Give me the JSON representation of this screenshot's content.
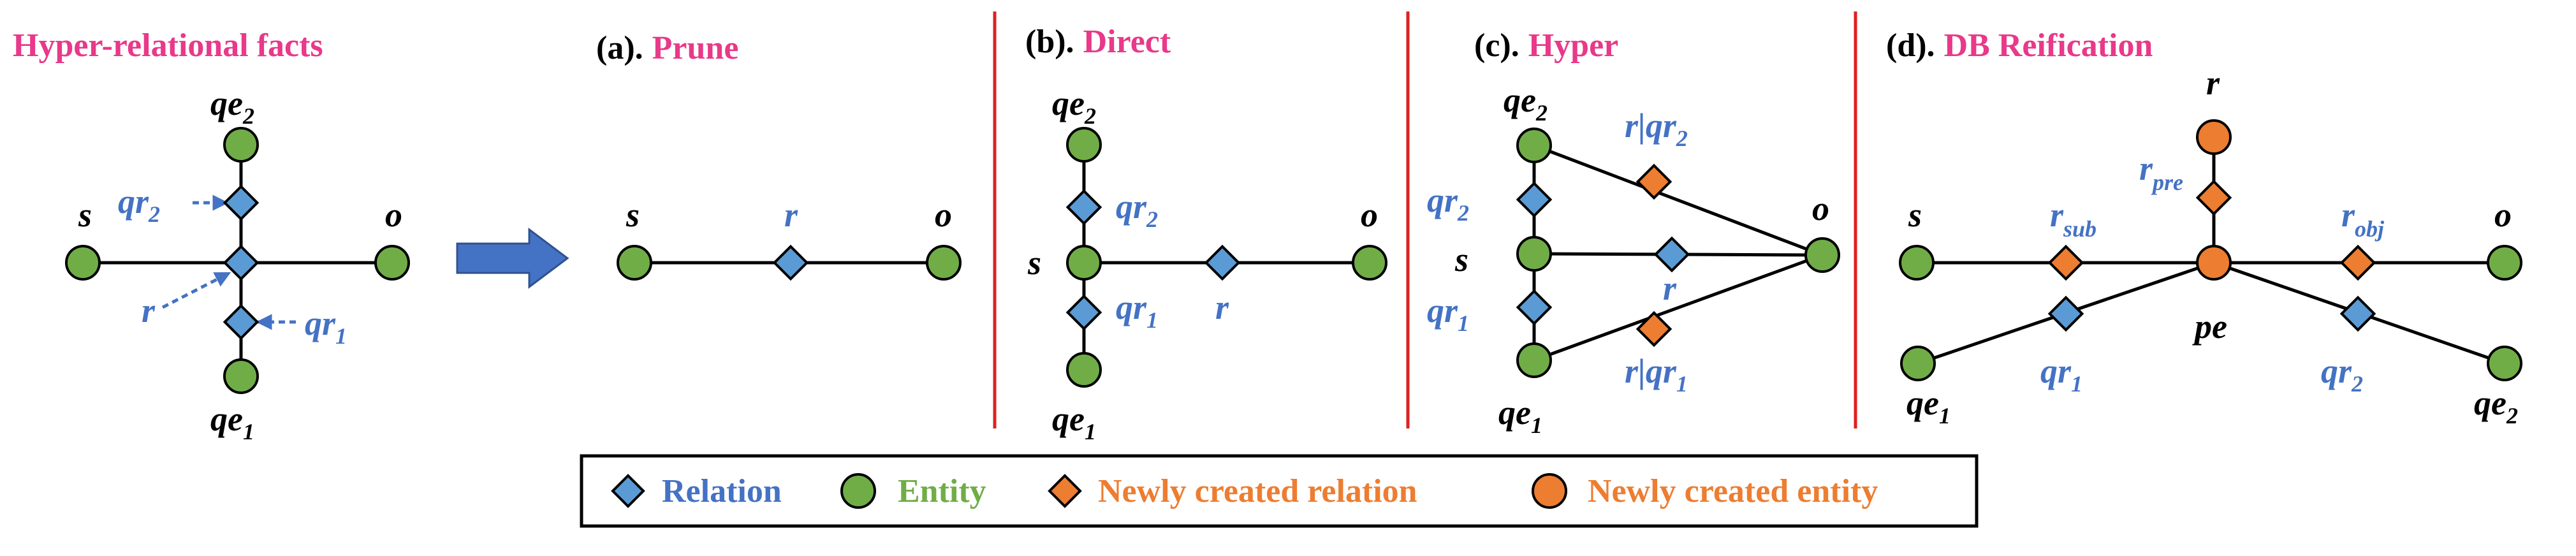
{
  "colors": {
    "relation": "#5B9BD5",
    "entity": "#70AD47",
    "new_relation": "#ED7D31",
    "new_entity": "#ED7D31",
    "title_accent": "#E8398A",
    "label_blue": "#4472C4",
    "divider": "#E02020",
    "arrow": "#4472C4"
  },
  "panels": {
    "hyper": {
      "title": "Hyper-relational facts",
      "labels": {
        "s": "s",
        "o": "o",
        "qe2": "qe",
        "qe2_sub": "2",
        "qe1": "qe",
        "qe1_sub": "1",
        "qr2": "qr",
        "qr2_sub": "2",
        "qr1": "qr",
        "qr1_sub": "1",
        "r": "r"
      }
    },
    "prune": {
      "title_prefix": "(a).",
      "title": "Prune",
      "labels": {
        "s": "s",
        "r": "r",
        "o": "o"
      }
    },
    "direct": {
      "title_prefix": "(b).",
      "title": "Direct",
      "labels": {
        "qe2": "qe",
        "qe2_sub": "2",
        "qr2": "qr",
        "qr2_sub": "2",
        "s": "s",
        "o": "o",
        "qr1": "qr",
        "qr1_sub": "1",
        "r": "r",
        "qe1": "qe",
        "qe1_sub": "1"
      }
    },
    "hyper_c": {
      "title_prefix": "(c).",
      "title": "Hyper",
      "labels": {
        "qe2": "qe",
        "qe2_sub": "2",
        "rqr2": "r|qr",
        "rqr2_sub": "2",
        "qr2": "qr",
        "qr2_sub": "2",
        "s": "s",
        "o": "o",
        "qr1": "qr",
        "qr1_sub": "1",
        "r": "r",
        "rqr1": "r|qr",
        "rqr1_sub": "1",
        "qe1": "qe",
        "qe1_sub": "1"
      }
    },
    "reif": {
      "title_prefix": "(d).",
      "title": "DB Reification",
      "labels": {
        "r": "r",
        "r_pre": "r",
        "r_pre_sub": "pre",
        "s": "s",
        "r_sub": "r",
        "r_sub_sub": "sub",
        "r_obj": "r",
        "r_obj_sub": "obj",
        "o": "o",
        "pe": "pe",
        "qe1": "qe",
        "qe1_sub": "1",
        "qr1": "qr",
        "qr1_sub": "1",
        "qr2": "qr",
        "qr2_sub": "2",
        "qe2": "qe",
        "qe2_sub": "2"
      }
    }
  },
  "legend": {
    "relation": "Relation",
    "entity": "Entity",
    "new_relation": "Newly created relation",
    "new_entity": "Newly created entity"
  }
}
